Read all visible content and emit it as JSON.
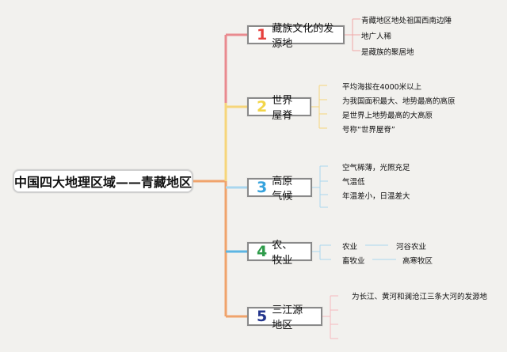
{
  "root": "中国四大地理区域——青藏地区",
  "branches": [
    {
      "num": "1",
      "title": "藏族文化的发源地",
      "color": "#e7413e",
      "items": [
        "青藏地区地处祖国西南边陲",
        "地广人稀",
        "是藏族的聚居地"
      ]
    },
    {
      "num": "2",
      "title": "世界屋脊",
      "color": "#f2d548",
      "items": [
        "平均海拔在4000米以上",
        "为我国面积最大、地势最高的高原",
        "是世界上地势最高的大高原",
        "号称“世界屋脊”"
      ]
    },
    {
      "num": "3",
      "title": "高原气候",
      "color": "#37a3dd",
      "items": [
        "空气稀薄，光照充足",
        "气温低",
        "年温差小，日温差大"
      ]
    },
    {
      "num": "4",
      "title": "农、牧业",
      "color": "#2e9b4a",
      "items": [
        "农业",
        "畜牧业"
      ],
      "sub": [
        "河谷农业",
        "高寒牧区"
      ]
    },
    {
      "num": "5",
      "title": "三江源地区",
      "color": "#23358c",
      "items": [
        "为长江、黄河和澜沧江三条大河的发源地"
      ]
    }
  ]
}
